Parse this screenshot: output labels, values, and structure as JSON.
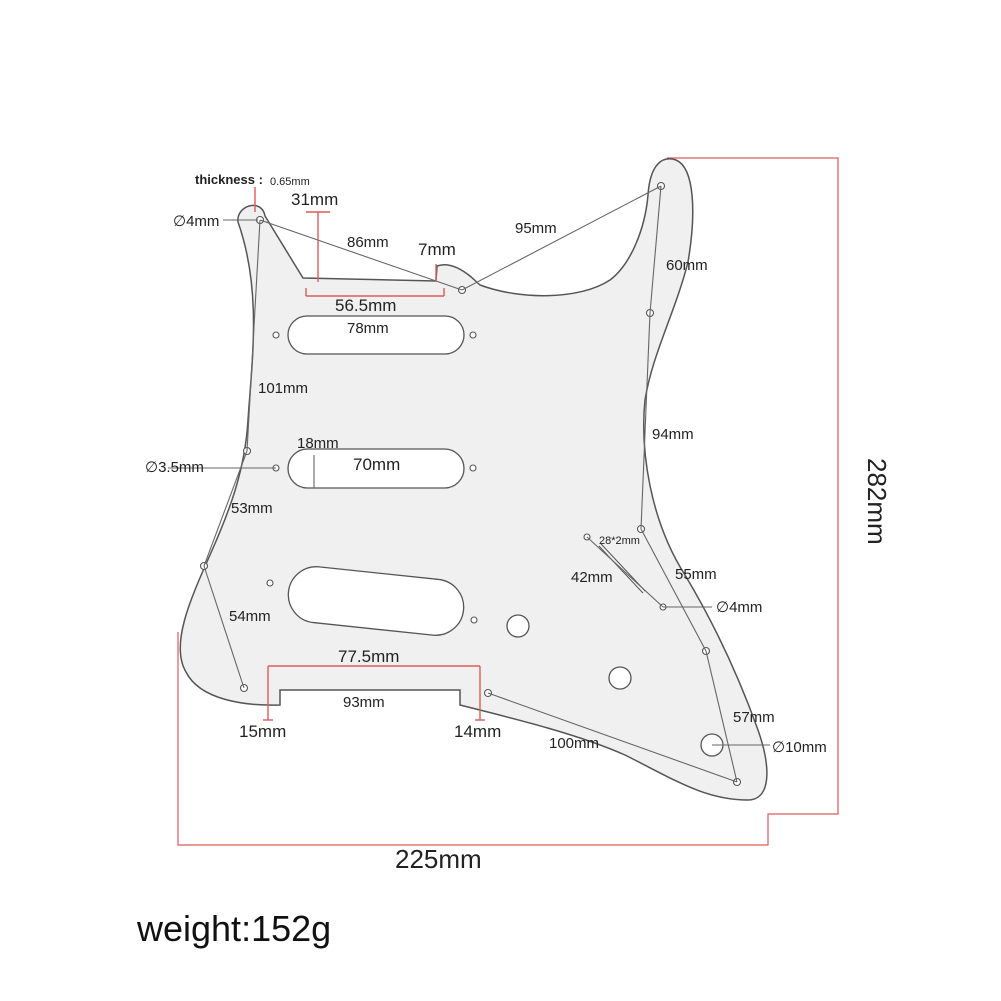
{
  "diagram": {
    "accent_color": "#e05a5a",
    "pickguard_fill": "#f0f0f0",
    "outline_color": "#555555",
    "labels": {
      "thickness_label": "thickness :",
      "thickness_value": "0.65mm",
      "dim_31": "31mm",
      "dim_hole_4_left": "∅4mm",
      "dim_86": "86mm",
      "dim_7": "7mm",
      "dim_95": "95mm",
      "dim_60": "60mm",
      "dim_56_5": "56.5mm",
      "dim_78": "78mm",
      "dim_101": "101mm",
      "dim_18": "18mm",
      "dim_70": "70mm",
      "dim_hole_3_5": "∅3.5mm",
      "dim_94": "94mm",
      "dim_53": "53mm",
      "dim_28x2": "28*2mm",
      "dim_42": "42mm",
      "dim_55": "55mm",
      "dim_hole_4_right": "∅4mm",
      "dim_54": "54mm",
      "dim_77_5": "77.5mm",
      "dim_93": "93mm",
      "dim_15": "15mm",
      "dim_14": "14mm",
      "dim_100": "100mm",
      "dim_57": "57mm",
      "dim_hole_10": "∅10mm",
      "dim_225": "225mm",
      "dim_282": "282mm"
    }
  },
  "weight_label": "weight:152g"
}
